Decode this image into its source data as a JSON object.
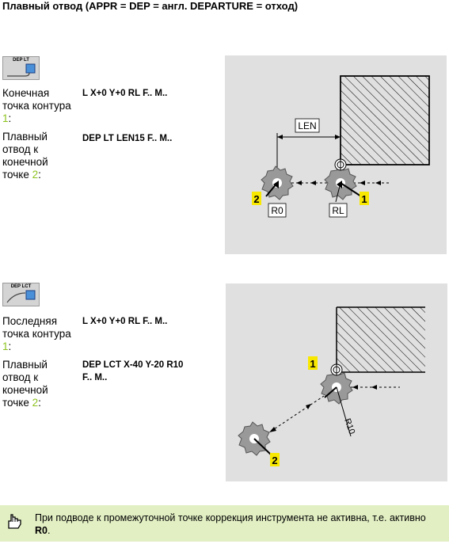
{
  "title": "Плавный отвод (APPR = DEP = англ. DEPARTURE = отход)",
  "section1": {
    "softkey_label": "DEP LT",
    "row1": {
      "label": "Конечная точка контура ",
      "num": "1",
      "colon": ":",
      "code": "L X+0 Y+0 RL F.. M.."
    },
    "row2": {
      "label": "Плавный отвод к конечной точке  ",
      "num": "2",
      "colon": ":",
      "code": "DEP LT LEN15 F.. M.."
    },
    "figure": {
      "len_label": "LEN",
      "r0_label": "R0",
      "rl_label": "RL",
      "point1": "1",
      "point2": "2"
    }
  },
  "section2": {
    "softkey_label": "DEP LCT",
    "row1": {
      "label": "Последняя точка контура ",
      "num": "1",
      "colon": ":",
      "code": "L X+0 Y+0 RL F.. M.."
    },
    "row2": {
      "label": "Плавный отвод к конечной точке  ",
      "num": "2",
      "colon": ":",
      "code_line1": "DEP LCT X-40 Y-20 R10",
      "code_line2": "F.. M.."
    },
    "figure": {
      "r10_label": "R10",
      "point1": "1",
      "point2": "2"
    }
  },
  "note": {
    "text_prefix": "При подводе к промежуточной точке коррекция инструмента не активна, т.е. активно ",
    "text_bold": "R0",
    "text_suffix": "."
  },
  "colors": {
    "accent_green": "#8cc21e",
    "figure_bg": "#e0e0e0",
    "note_bg": "#e2efc3"
  }
}
